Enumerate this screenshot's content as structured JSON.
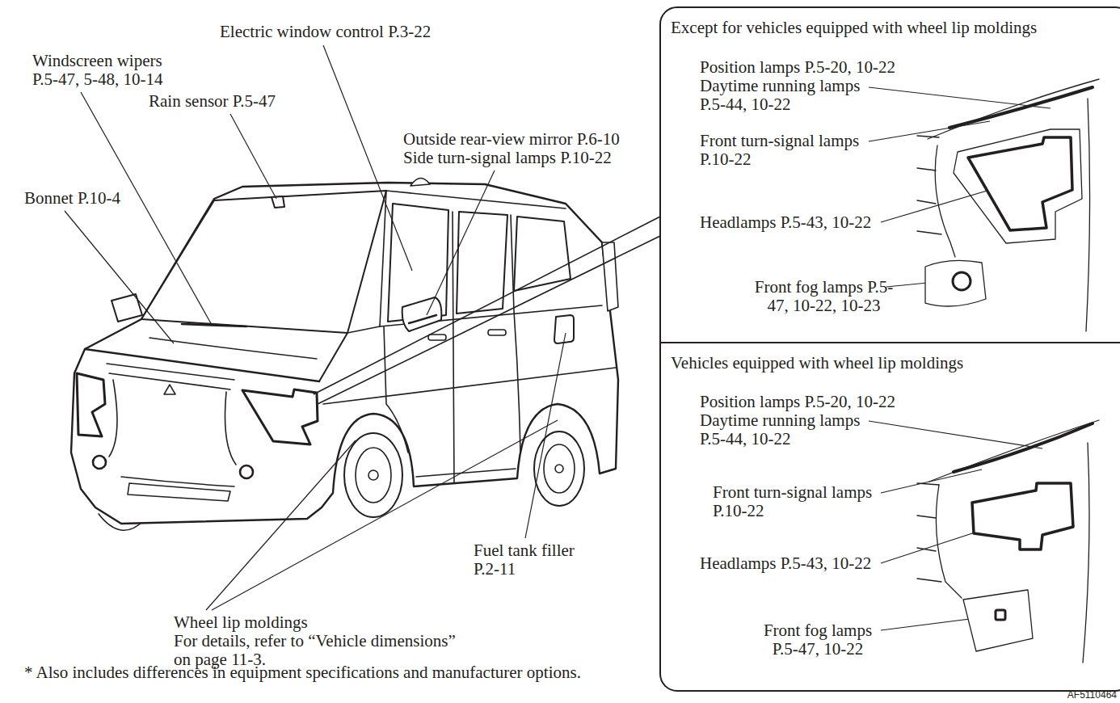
{
  "diagram": {
    "nodes": [
      {
        "text": [
          "Except for vehicles equipped with wheel lip moldings"
        ]
      },
      {
        "text": [
          "Vehicles equipped with wheel lip moldings"
        ]
      }
    ],
    "labels": [
      "Electric window control P.3-22",
      "Windscreen wipers P.5-47, 5-48, 10-14",
      "Rain sensor P.5-47",
      "Outside rear-view mirror P.6-10",
      "Side turn-signal lamps P.10-22",
      "Bonnet P.10-4",
      "Fuel tank filler P.2-11",
      "Wheel lip moldings",
      "For details, refer to “Vehicle dimensions” on page 11-3.",
      "* Also includes differences in equipment specifications and manufacturer options.",
      "Position lamps P.5-20, 10-22",
      "Daytime running lamps P.5-44, 10-22",
      "Front turn-signal lamps P.10-22",
      "Headlamps P.5-43, 10-22",
      "Front fog lamps P.5-47, 10-22, 10-23",
      "Position lamps P.5-20, 10-22",
      "Daytime running lamps P.5-44, 10-22",
      "Front turn-signal lamps P.10-22",
      "Headlamps P.5-43, 10-22",
      "Front fog lamps P.5-47, 10-22",
      "AF5110464"
    ]
  }
}
